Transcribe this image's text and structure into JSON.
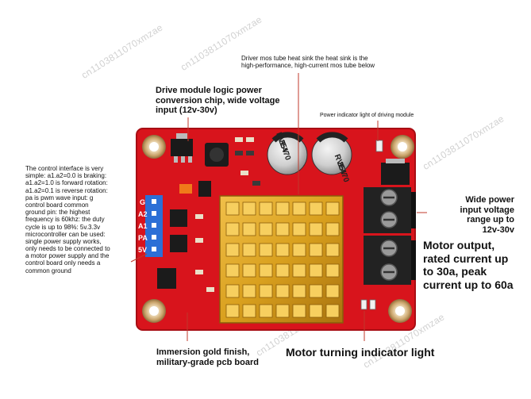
{
  "annotations": {
    "heatsink_note": "Driver mos tube heat sink the heat sink is the\nhigh-performance, high-current mos tube below",
    "logic_power": "Drive module logic power\nconversion chip, wide voltage\ninput (12v-30v)",
    "power_indicator": "Power indicator light of driving module",
    "control_interface": "The control interface is very\nsimple: a1.a2=0.0 is braking:\na1.a2=1.0 is forward rotation:\na1.a2=0.1 is reverse rotation:\npa is pwm wave input: g\ncontrol board common\nground pin: the highest\nfrequency is 60khz: the duty\ncycle is up to 98%: 5v.3.3v\nmicrocontroller can be used:\nsingle power supply works,\nonly needs to be connected to\na motor power supply and the\ncontrol board only needs a\ncommon ground",
    "wide_power": "Wide power\ninput voltage\nrange up to\n12v-30v",
    "motor_output": "Motor output,\nrated current up\nto 30a, peak\ncurrent up to 60a",
    "gold_finish": "Immersion gold finish,\nmilitary-grade pcb board",
    "motor_indicator": "Motor turning indicator light"
  },
  "pin_labels": [
    "G",
    "A2",
    "A1",
    "PA",
    "5V"
  ],
  "capacitors": [
    {
      "line1": "470",
      "line2": "35V",
      "line3": "RVE"
    },
    {
      "line1": "470",
      "line2": "35V",
      "line3": "RVE"
    }
  ],
  "watermark": "cn1103811070xmzae",
  "colors": {
    "pcb": "#d8141c",
    "heatsink": "#d9a01e",
    "terminal": "#222222",
    "pad_gold": "#c9a36a",
    "pin_header": "#2c6fd6"
  }
}
